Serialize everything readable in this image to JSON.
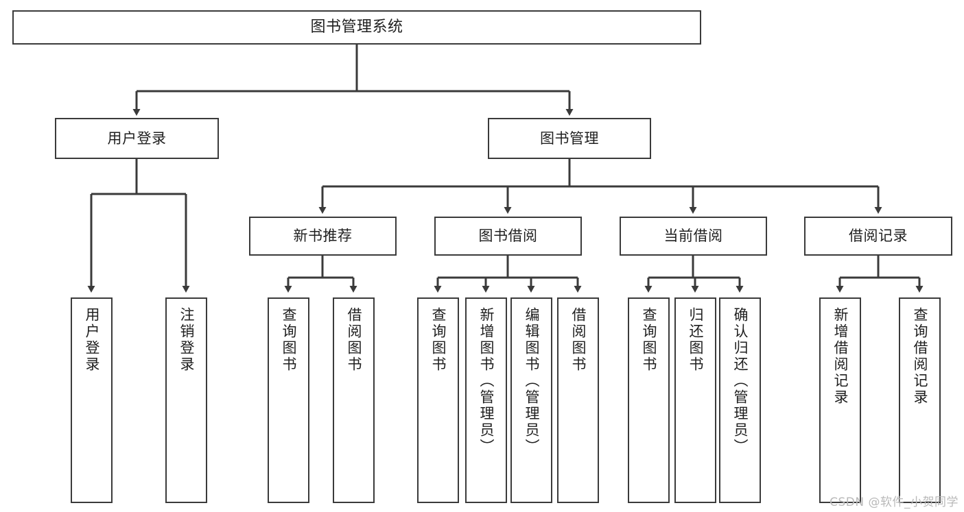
{
  "diagram": {
    "title": "图书管理系统",
    "type": "tree",
    "root": {
      "id": "root",
      "label": "图书管理系统"
    },
    "level2": [
      {
        "id": "user-login",
        "label": "用户登录"
      },
      {
        "id": "book-manage",
        "label": "图书管理"
      }
    ],
    "level3": [
      {
        "id": "new-book-rec",
        "label": "新书推荐",
        "parent": "book-manage"
      },
      {
        "id": "book-borrow",
        "label": "图书借阅",
        "parent": "book-manage"
      },
      {
        "id": "current-borrow",
        "label": "当前借阅",
        "parent": "book-manage"
      },
      {
        "id": "borrow-record",
        "label": "借阅记录",
        "parent": "book-manage"
      }
    ],
    "leaves": [
      {
        "id": "leaf-user-login",
        "label": "用户登录",
        "parent": "user-login"
      },
      {
        "id": "leaf-user-logout",
        "label": "注销登录",
        "parent": "user-login"
      },
      {
        "id": "leaf-query-book-1",
        "label": "查询图书",
        "parent": "new-book-rec"
      },
      {
        "id": "leaf-borrow-book-1",
        "label": "借阅图书",
        "parent": "new-book-rec"
      },
      {
        "id": "leaf-query-book-2",
        "label": "查询图书",
        "parent": "book-borrow"
      },
      {
        "id": "leaf-add-book",
        "label": "新增图书（管理员）",
        "parent": "book-borrow"
      },
      {
        "id": "leaf-edit-book",
        "label": "编辑图书（管理员）",
        "parent": "book-borrow"
      },
      {
        "id": "leaf-borrow-book-2",
        "label": "借阅图书",
        "parent": "book-borrow"
      },
      {
        "id": "leaf-query-book-3",
        "label": "查询图书",
        "parent": "current-borrow"
      },
      {
        "id": "leaf-return-book",
        "label": "归还图书",
        "parent": "current-borrow"
      },
      {
        "id": "leaf-confirm-return",
        "label": "确认归还（管理员）",
        "parent": "current-borrow"
      },
      {
        "id": "leaf-add-record",
        "label": "新增借阅记录",
        "parent": "borrow-record"
      },
      {
        "id": "leaf-query-record",
        "label": "查询借阅记录",
        "parent": "borrow-record"
      }
    ],
    "colors": {
      "stroke": "#3a3a3a",
      "fill": "#ffffff",
      "text": "#1f1f1f",
      "watermark": "#b9b9b9"
    }
  },
  "watermark": {
    "text": "CSDN @软件_小贺同学"
  }
}
